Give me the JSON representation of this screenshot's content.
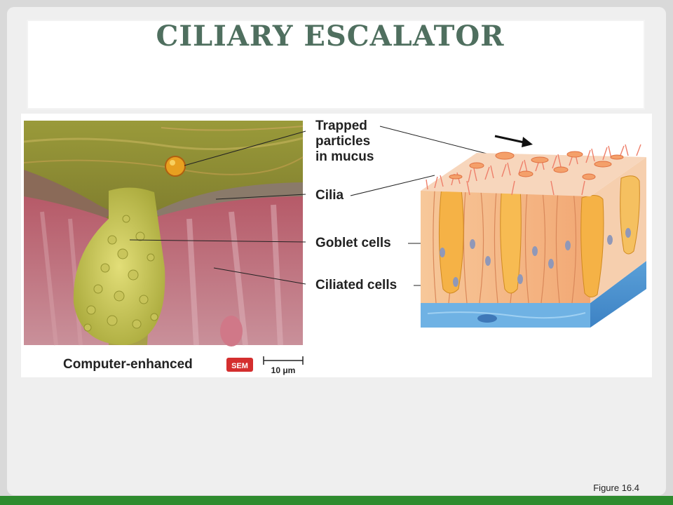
{
  "slide": {
    "title": "CILIARY ESCALATOR",
    "caption": "Figure 16.4"
  },
  "figure": {
    "labels": {
      "trapped_line1": "Trapped",
      "trapped_line2": "particles",
      "trapped_line3": "in mucus",
      "cilia": "Cilia",
      "goblet": "Goblet cells",
      "ciliated": "Ciliated cells"
    },
    "micrograph_caption": "Computer-enhanced",
    "sem_badge": "SEM",
    "scale_bar": "10 μm"
  }
}
